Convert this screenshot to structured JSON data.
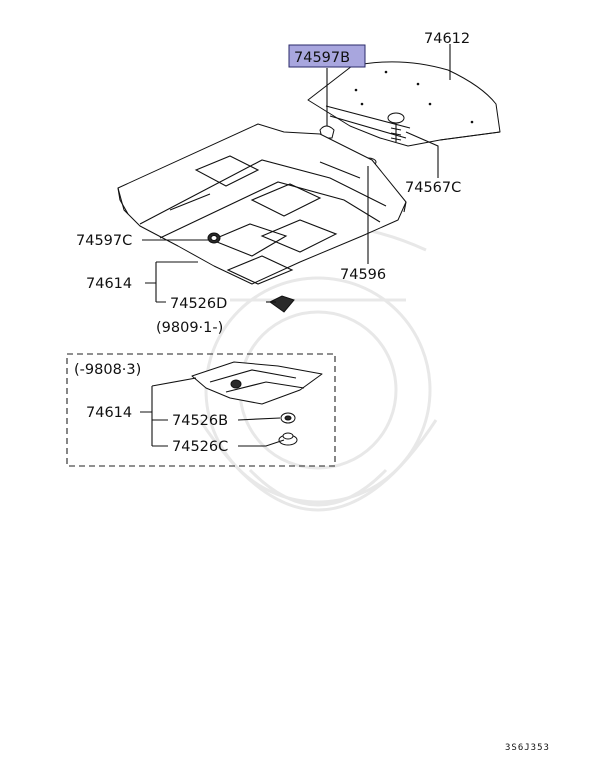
{
  "highlighted_part": "74597B",
  "labels": {
    "carpet_mat": "74612",
    "plug_b": "74597B",
    "clip_c": "74567C",
    "plug_c": "74597C",
    "grommet": "74596",
    "floor_carpet": "74614",
    "fastener_d": "74526D",
    "date_after": "(9809·1-)",
    "date_before": "(-9808·3)",
    "floor_carpet_old": "74614",
    "fastener_b": "74526B",
    "fastener_c": "74526C"
  },
  "diagram_code": "3S6J353",
  "colors": {
    "highlight": "#a8a6de",
    "line": "#111111"
  }
}
